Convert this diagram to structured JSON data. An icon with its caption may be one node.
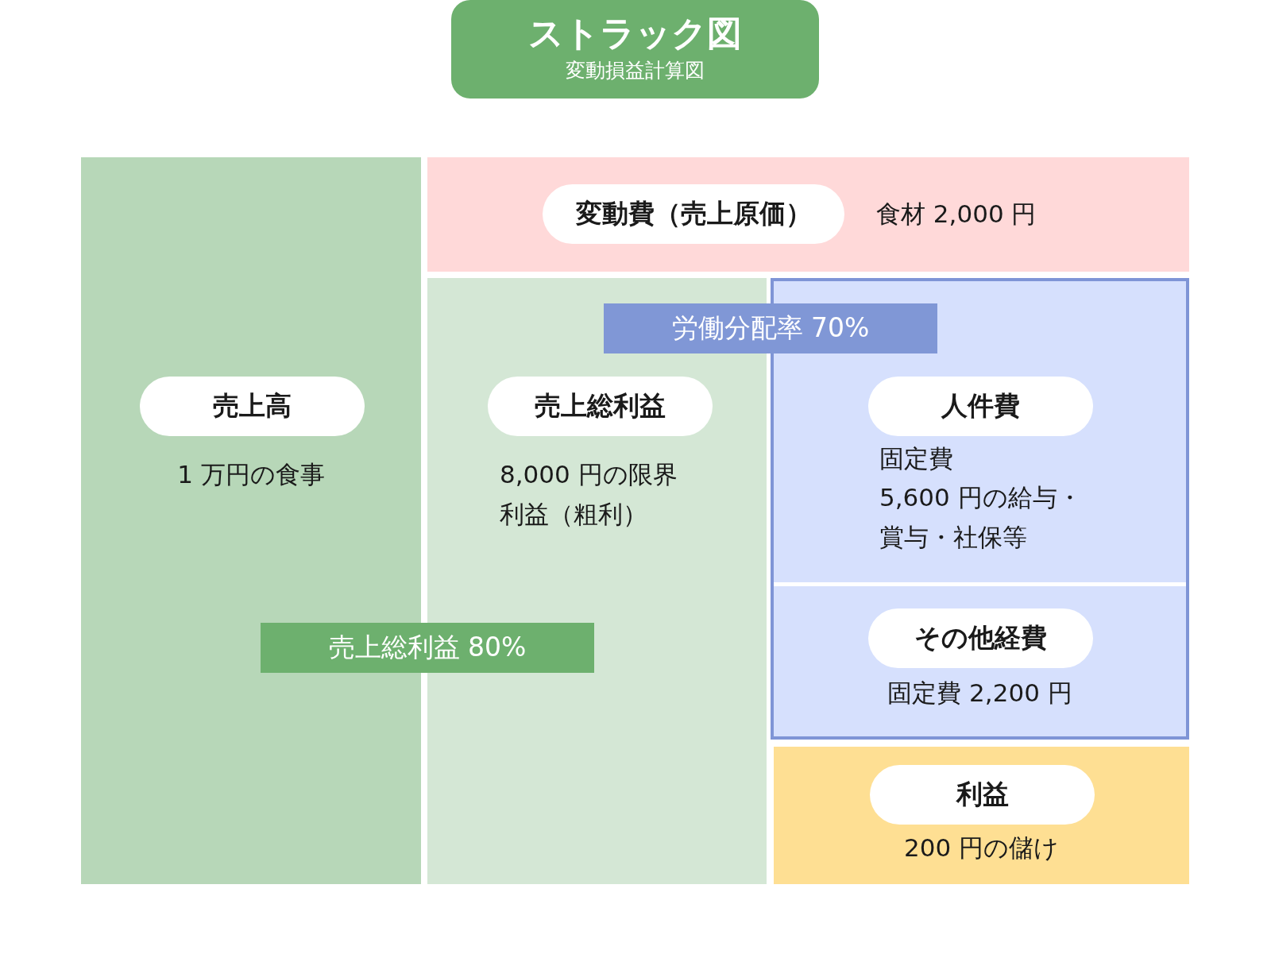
{
  "diagram": {
    "nodes": [
      {
        "text": [
          "ストラック図",
          "変動損益計算図"
        ]
      },
      {
        "text": [
          "1 万円の食事"
        ]
      },
      {
        "text": [
          "売上高"
        ],
        "in": 1
      },
      {
        "text": [
          "食材 2,000 円"
        ]
      },
      {
        "text": [
          "変動費（売上原価）"
        ],
        "in": 3
      },
      {
        "text": [
          "8,000 円の限界利益（粗利）"
        ]
      },
      {
        "text": [
          "売上総利益"
        ],
        "in": 5
      },
      {
        "text": [],
        "shape": "box"
      },
      {
        "text": [
          "固定費",
          "5,600 円の給与・賞与・社保等"
        ],
        "in": 7
      },
      {
        "text": [
          "人件費"
        ],
        "in": 8
      },
      {
        "text": [
          "固定費 2,200 円"
        ],
        "in": 7
      },
      {
        "text": [
          "その他経費"
        ],
        "in": 10
      },
      {
        "text": [
          "200 円の儲け"
        ]
      },
      {
        "text": [
          "利益"
        ],
        "in": 12
      },
      {
        "text": [
          "労働分配率 70%"
        ]
      },
      {
        "text": [
          "売上総利益 80%"
        ]
      }
    ],
    "edges": []
  }
}
